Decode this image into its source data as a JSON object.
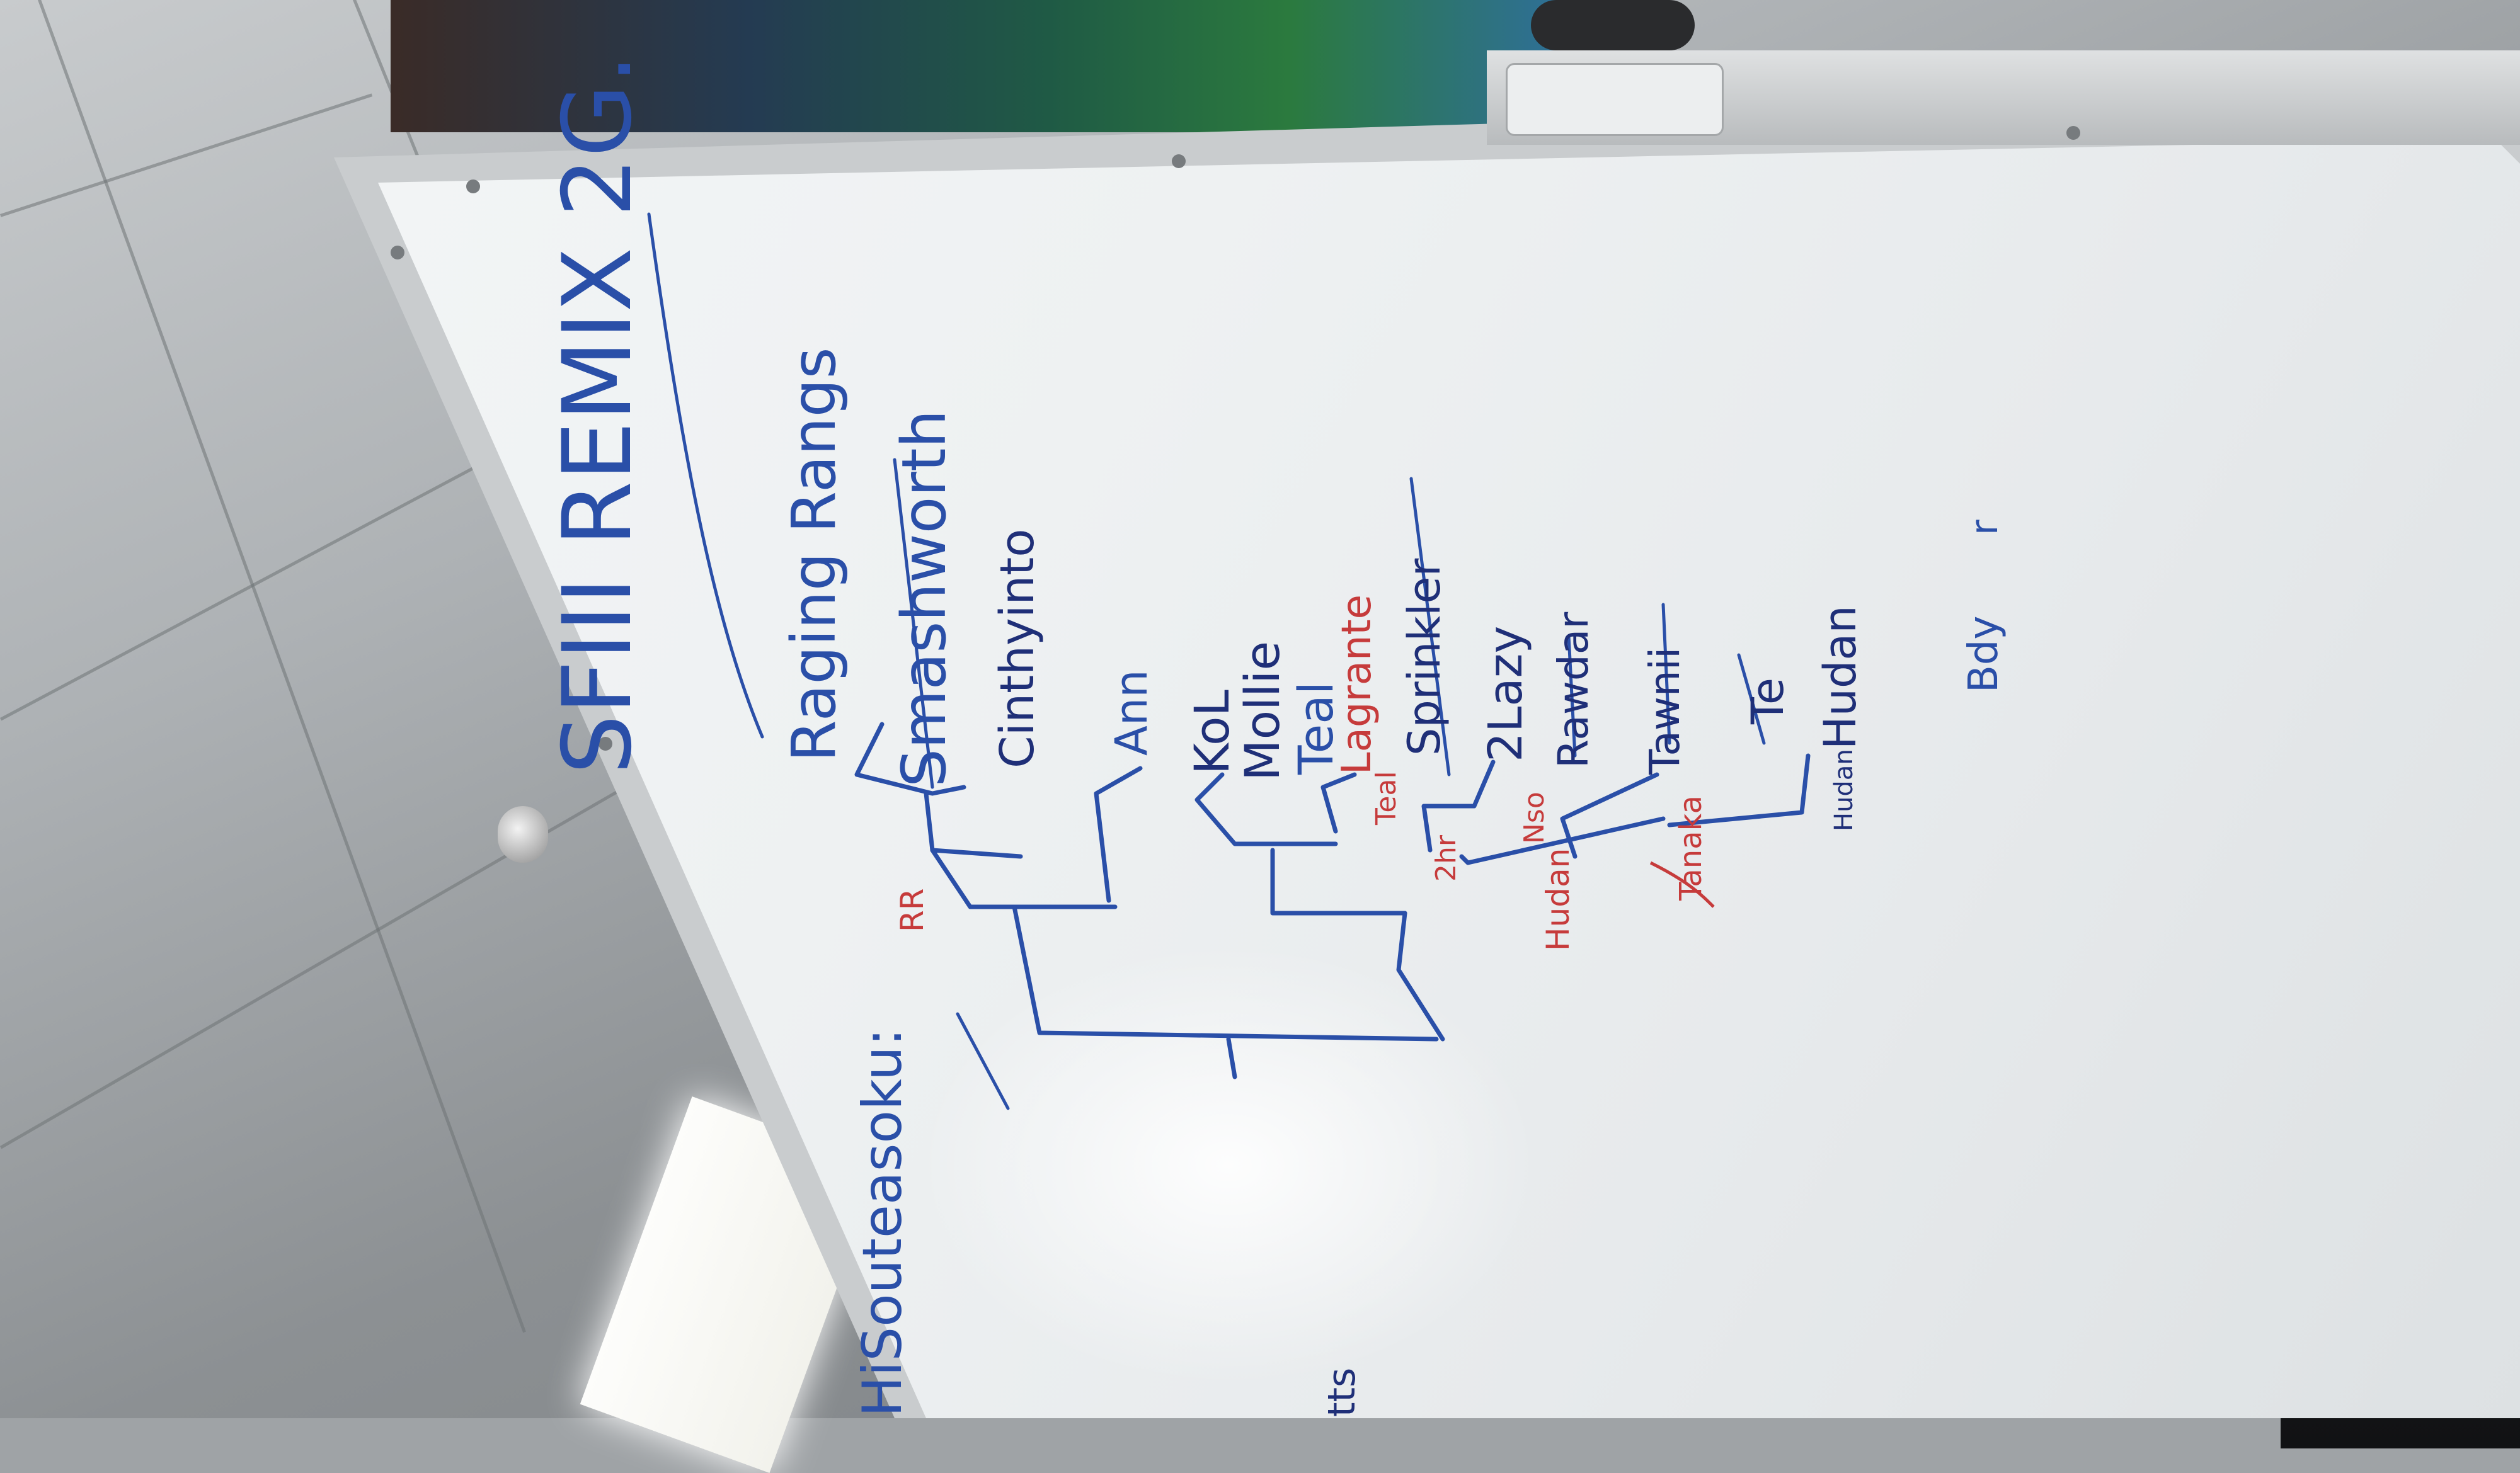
{
  "board": {
    "title": "SFIII REMIX 2G.",
    "side_note": "HiSouteasoku:",
    "corner_mark": "tts",
    "stray_mark": "r"
  },
  "bracket": {
    "entrants": [
      "Raging Rangs",
      "Smashworth",
      "Cinthyinto",
      "Ann",
      "KoL",
      "Mollie",
      "Teal",
      "Lagrante",
      "Sprinkler",
      "2Lazy",
      "Rawdar",
      "Tawnii",
      "Te",
      "Hudan",
      "Bdy"
    ],
    "winner_marks": [
      "RR",
      "Teal",
      "2hr",
      "Nso",
      "Tanaka",
      "Hudan",
      "Hudan"
    ]
  }
}
